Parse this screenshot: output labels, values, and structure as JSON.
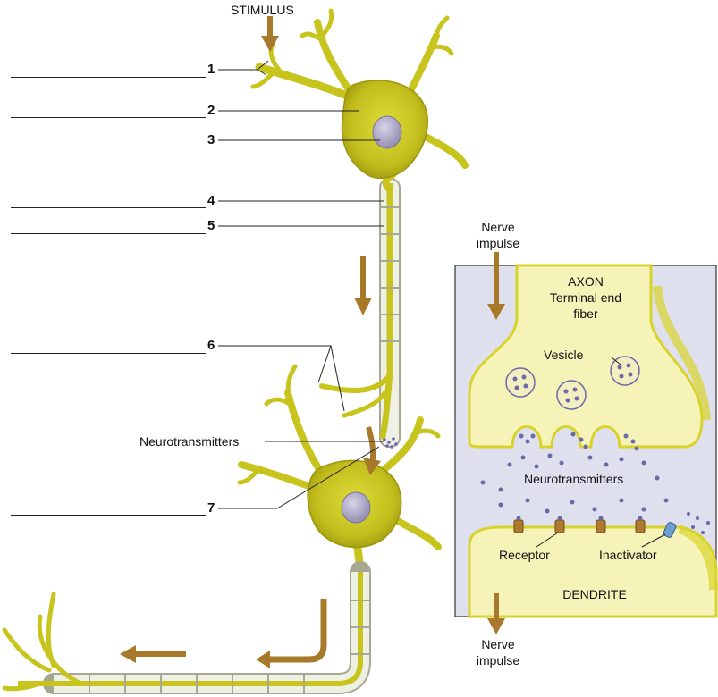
{
  "stimulus_label": "STIMULUS",
  "numbers": [
    "1",
    "2",
    "3",
    "4",
    "5",
    "6",
    "7"
  ],
  "neurotransmitters_label": "Neurotransmitters",
  "inset": {
    "nerve_impulse_top_line1": "Nerve",
    "nerve_impulse_top_line2": "impulse",
    "axon_title": "AXON",
    "axon_line2": "Terminal end",
    "axon_line3": "fiber",
    "vesicle_label": "Vesicle",
    "neurotransmitters_label": "Neurotransmitters",
    "receptor_label": "Receptor",
    "inactivator_label": "Inactivator",
    "dendrite_label": "DENDRITE",
    "nerve_impulse_bottom_line1": "Nerve",
    "nerve_impulse_bottom_line2": "impulse"
  },
  "colors": {
    "neuron_fill": "#c8c41e",
    "neuron_dark": "#8f8a12",
    "myelin_outline": "#a6a892",
    "arrow": "#a8792a",
    "inset_bg": "#dfe0ee",
    "terminal_fill": "#f6f3b9",
    "terminal_edge": "#d8d22c",
    "dot": "#6b6aa8",
    "nucleus": "#a8a2c0",
    "receptor": "#b07a2e",
    "inactivator": "#6f9fd0"
  }
}
